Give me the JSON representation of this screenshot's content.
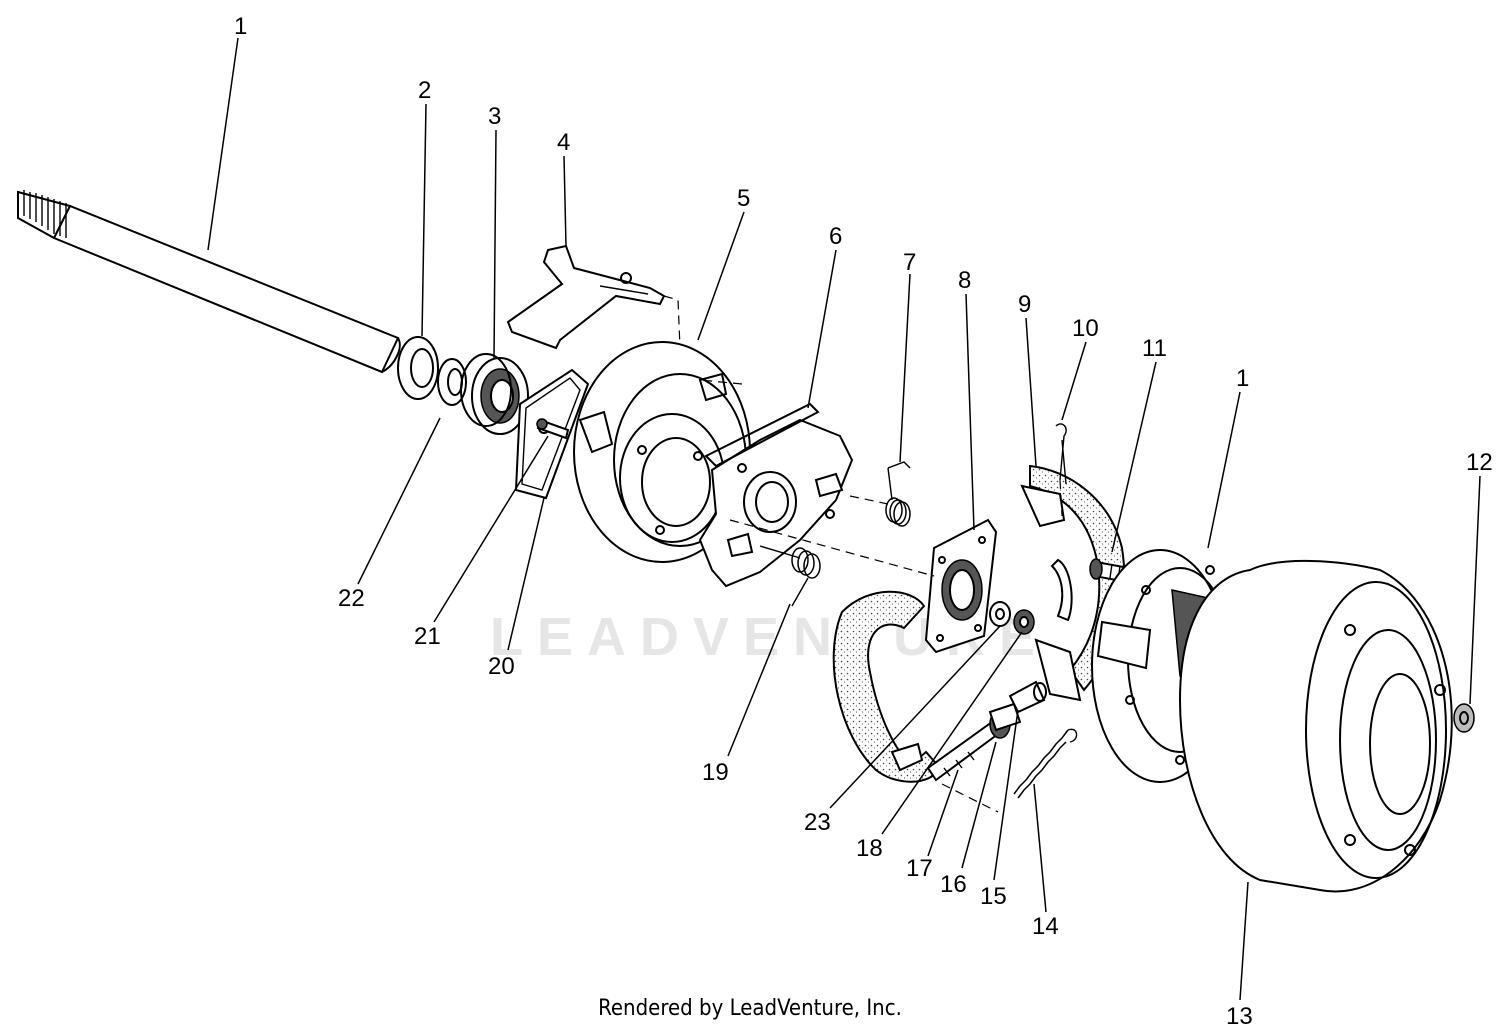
{
  "diagram": {
    "callouts": [
      {
        "id": "1a",
        "label": "1"
      },
      {
        "id": "2",
        "label": "2"
      },
      {
        "id": "3",
        "label": "3"
      },
      {
        "id": "4",
        "label": "4"
      },
      {
        "id": "5",
        "label": "5"
      },
      {
        "id": "6",
        "label": "6"
      },
      {
        "id": "7",
        "label": "7"
      },
      {
        "id": "8",
        "label": "8"
      },
      {
        "id": "9",
        "label": "9"
      },
      {
        "id": "10",
        "label": "10"
      },
      {
        "id": "11",
        "label": "11"
      },
      {
        "id": "1b",
        "label": "1"
      },
      {
        "id": "12",
        "label": "12"
      },
      {
        "id": "13",
        "label": "13"
      },
      {
        "id": "14",
        "label": "14"
      },
      {
        "id": "15",
        "label": "15"
      },
      {
        "id": "16",
        "label": "16"
      },
      {
        "id": "17",
        "label": "17"
      },
      {
        "id": "18",
        "label": "18"
      },
      {
        "id": "23",
        "label": "23"
      },
      {
        "id": "19",
        "label": "19"
      },
      {
        "id": "20",
        "label": "20"
      },
      {
        "id": "21",
        "label": "21"
      },
      {
        "id": "22",
        "label": "22"
      }
    ],
    "watermark": "LEADVENTURE",
    "footer": "Rendered by LeadVenture, Inc."
  }
}
